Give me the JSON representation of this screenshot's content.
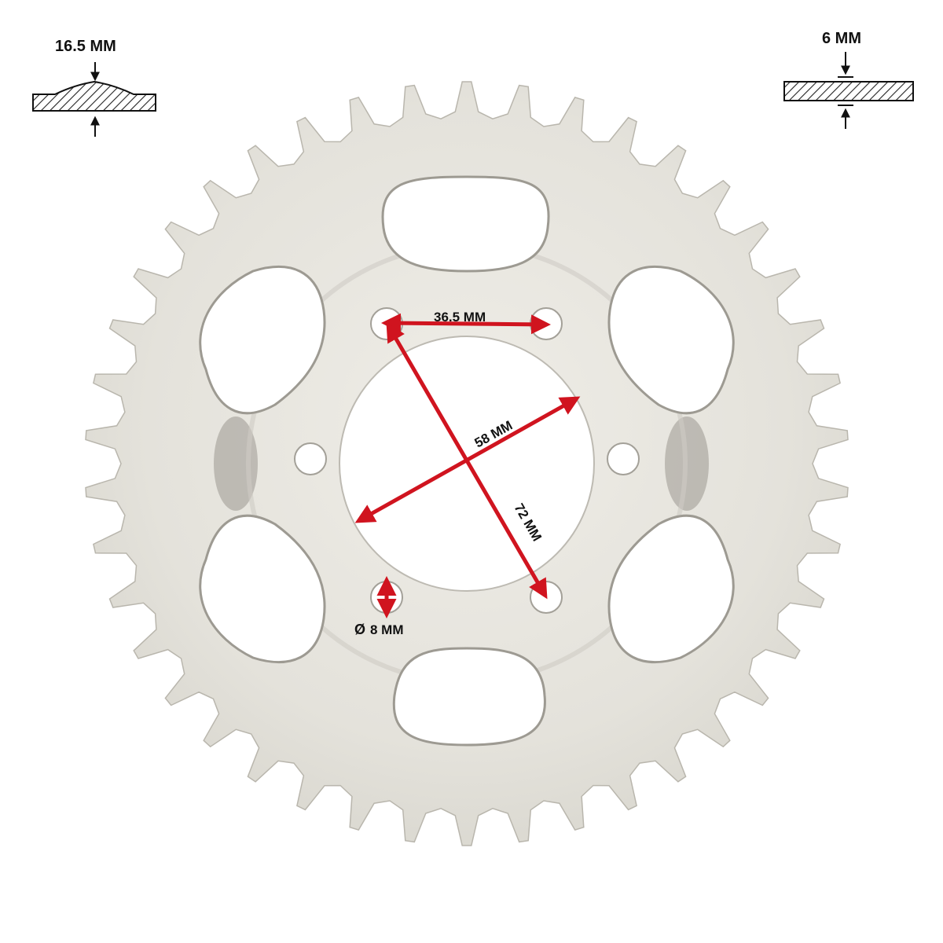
{
  "profile_left": {
    "thickness_label": "16.5 MM"
  },
  "profile_right": {
    "thickness_label": "6 MM"
  },
  "dimensions": {
    "bolt_spacing": "36.5 MM",
    "center_bore": "58 MM",
    "bolt_circle": "72 MM",
    "bolt_hole_prefix": "Ø",
    "bolt_hole": "8 MM"
  },
  "sprocket": {
    "tooth_count": 42
  },
  "colors": {
    "metal": "#e6e4dd",
    "metal_edge": "#b9b6ad",
    "metal_shadow": "#8d8a83",
    "dimension_arrow": "#d0141f",
    "hatch": "#222222"
  }
}
